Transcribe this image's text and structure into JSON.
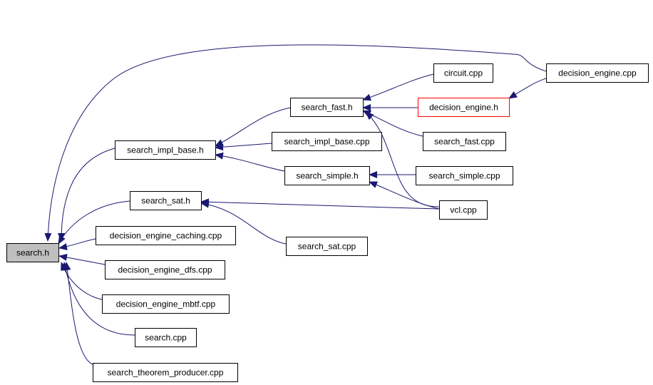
{
  "colors": {
    "edge": "#191970",
    "node_border": "#000000",
    "node_fill": "#ffffff",
    "focus_fill": "#bfbfbf",
    "highlight_border": "#ff0000"
  },
  "nodes": [
    {
      "id": "search_h",
      "label": "search.h",
      "style": "focus"
    },
    {
      "id": "search_impl_base_h",
      "label": "search_impl_base.h",
      "style": "normal"
    },
    {
      "id": "search_sat_h",
      "label": "search_sat.h",
      "style": "normal"
    },
    {
      "id": "decision_engine_caching_cpp",
      "label": "decision_engine_caching.cpp",
      "style": "normal"
    },
    {
      "id": "decision_engine_dfs_cpp",
      "label": "decision_engine_dfs.cpp",
      "style": "normal"
    },
    {
      "id": "decision_engine_mbtf_cpp",
      "label": "decision_engine_mbtf.cpp",
      "style": "normal"
    },
    {
      "id": "search_cpp",
      "label": "search.cpp",
      "style": "normal"
    },
    {
      "id": "search_theorem_producer_cpp",
      "label": "search_theorem_producer.cpp",
      "style": "normal"
    },
    {
      "id": "search_fast_h",
      "label": "search_fast.h",
      "style": "normal"
    },
    {
      "id": "search_impl_base_cpp",
      "label": "search_impl_base.cpp",
      "style": "normal"
    },
    {
      "id": "search_simple_h",
      "label": "search_simple.h",
      "style": "normal"
    },
    {
      "id": "search_sat_cpp",
      "label": "search_sat.cpp",
      "style": "normal"
    },
    {
      "id": "circuit_cpp",
      "label": "circuit.cpp",
      "style": "normal"
    },
    {
      "id": "decision_engine_h",
      "label": "decision_engine.h",
      "style": "highlight"
    },
    {
      "id": "search_fast_cpp",
      "label": "search_fast.cpp",
      "style": "normal"
    },
    {
      "id": "search_simple_cpp",
      "label": "search_simple.cpp",
      "style": "normal"
    },
    {
      "id": "vcl_cpp",
      "label": "vcl.cpp",
      "style": "normal"
    },
    {
      "id": "decision_engine_cpp",
      "label": "decision_engine.cpp",
      "style": "normal"
    }
  ],
  "edges": [
    {
      "from": "search_impl_base_h",
      "to": "search_h"
    },
    {
      "from": "search_sat_h",
      "to": "search_h"
    },
    {
      "from": "decision_engine_caching_cpp",
      "to": "search_h"
    },
    {
      "from": "decision_engine_dfs_cpp",
      "to": "search_h"
    },
    {
      "from": "decision_engine_mbtf_cpp",
      "to": "search_h"
    },
    {
      "from": "search_cpp",
      "to": "search_h"
    },
    {
      "from": "search_theorem_producer_cpp",
      "to": "search_h"
    },
    {
      "from": "decision_engine_cpp",
      "to": "search_h"
    },
    {
      "from": "search_fast_h",
      "to": "search_impl_base_h"
    },
    {
      "from": "search_impl_base_cpp",
      "to": "search_impl_base_h"
    },
    {
      "from": "search_simple_h",
      "to": "search_impl_base_h"
    },
    {
      "from": "circuit_cpp",
      "to": "search_fast_h"
    },
    {
      "from": "decision_engine_h",
      "to": "search_fast_h"
    },
    {
      "from": "search_fast_cpp",
      "to": "search_fast_h"
    },
    {
      "from": "vcl_cpp",
      "to": "search_fast_h"
    },
    {
      "from": "search_simple_cpp",
      "to": "search_simple_h"
    },
    {
      "from": "vcl_cpp",
      "to": "search_simple_h"
    },
    {
      "from": "vcl_cpp",
      "to": "search_sat_h"
    },
    {
      "from": "search_sat_cpp",
      "to": "search_sat_h"
    },
    {
      "from": "decision_engine_cpp",
      "to": "decision_engine_h"
    }
  ]
}
